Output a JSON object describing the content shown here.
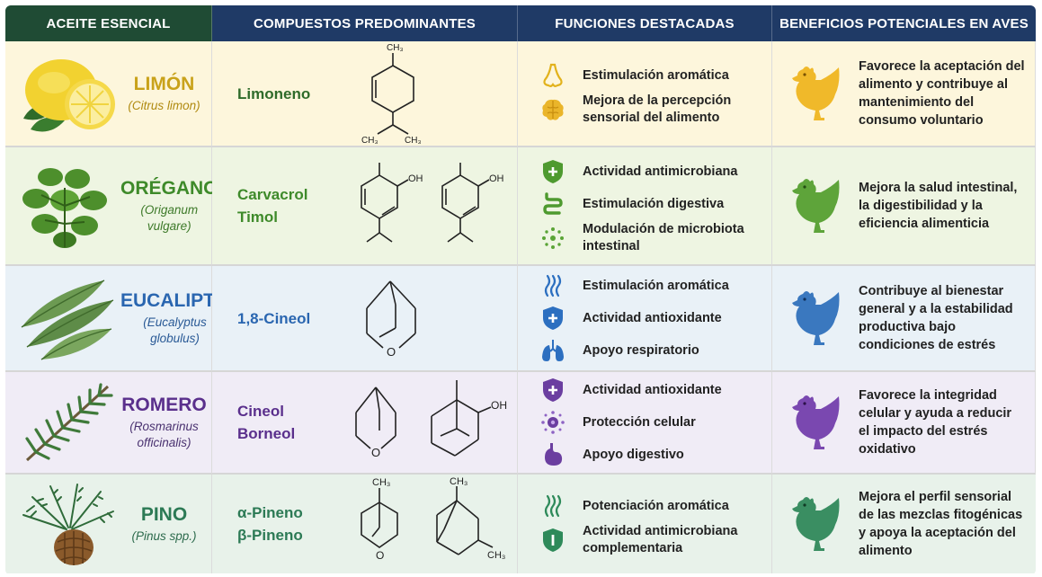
{
  "header": {
    "col1": "ACEITE ESENCIAL",
    "col2": "COMPUESTOS PREDOMINANTES",
    "col3": "FUNCIONES DESTACADAS",
    "col4": "BENEFICIOS POTENCIALES EN AVES"
  },
  "colors": {
    "header_dark": "#1f4b34",
    "header_blue": "#1f3a66",
    "limon": "#c9a21a",
    "oregano": "#3e8a2a",
    "eucalipto": "#2a66b0",
    "romero": "#5a2f8c",
    "pino": "#2c7a55"
  },
  "rows": [
    {
      "name": "LIMÓN",
      "scientific": "(Citrus limon)",
      "compounds": [
        "Limoneno"
      ],
      "functions": [
        {
          "icon": "nose-icon",
          "text": "Estimulación aromática"
        },
        {
          "icon": "brain-icon",
          "text": "Mejora de la percepción sensorial del alimento"
        }
      ],
      "benefit": "Favorece la aceptación del alimento y contribuye al mantenimiento del consumo voluntario",
      "struct_labels": {
        "top": "CH₃",
        "left": "CH₃",
        "right": "CH₃"
      }
    },
    {
      "name": "ORÉGANO",
      "scientific": "(Origanum vulgare)",
      "compounds": [
        "Carvacrol",
        "Timol"
      ],
      "functions": [
        {
          "icon": "shield-plus-icon",
          "text": "Actividad antimicrobiana"
        },
        {
          "icon": "intestine-icon",
          "text": "Estimulación digestiva"
        },
        {
          "icon": "microbiota-icon",
          "text": "Modulación de microbiota intestinal"
        }
      ],
      "benefit": "Mejora la salud intestinal, la digestibilidad y la eficiencia alimenticia",
      "struct_labels": {
        "oh": "OH"
      }
    },
    {
      "name": "EUCALIPTO",
      "scientific": "(Eucalyptus globulus)",
      "compounds": [
        "1,8-Cineol"
      ],
      "functions": [
        {
          "icon": "aroma-waves-icon",
          "text": "Estimulación aromática"
        },
        {
          "icon": "shield-plus-icon",
          "text": "Actividad antioxidante"
        },
        {
          "icon": "lungs-icon",
          "text": "Apoyo respiratorio"
        }
      ],
      "benefit": "Contribuye al bienestar general y a la estabilidad productiva bajo condiciones de estrés",
      "struct_labels": {
        "o": "O"
      }
    },
    {
      "name": "ROMERO",
      "scientific": "(Rosmarinus officinalis)",
      "compounds": [
        "Cineol",
        "Borneol"
      ],
      "functions": [
        {
          "icon": "shield-plus-icon",
          "text": "Actividad antioxidante"
        },
        {
          "icon": "cell-icon",
          "text": "Protección celular"
        },
        {
          "icon": "stomach-icon",
          "text": "Apoyo digestivo"
        }
      ],
      "benefit": "Favorece la integridad celular y ayuda a reducir el impacto del estrés oxidativo",
      "struct_labels": {
        "o": "O",
        "oh": "OH"
      }
    },
    {
      "name": "PINO",
      "scientific": "(Pinus spp.)",
      "compounds": [
        "α-Pineno",
        "β-Pineno"
      ],
      "functions": [
        {
          "icon": "aroma-waves-icon",
          "text": "Potenciación aromática"
        },
        {
          "icon": "shield-bar-icon",
          "text": "Actividad antimicrobiana complementaria"
        }
      ],
      "benefit": "Mejora el perfil sensorial de las mezclas fitogénicas y apoya la aceptación del alimento",
      "struct_labels": {
        "ch3": "CH₃",
        "o": "O"
      }
    }
  ]
}
